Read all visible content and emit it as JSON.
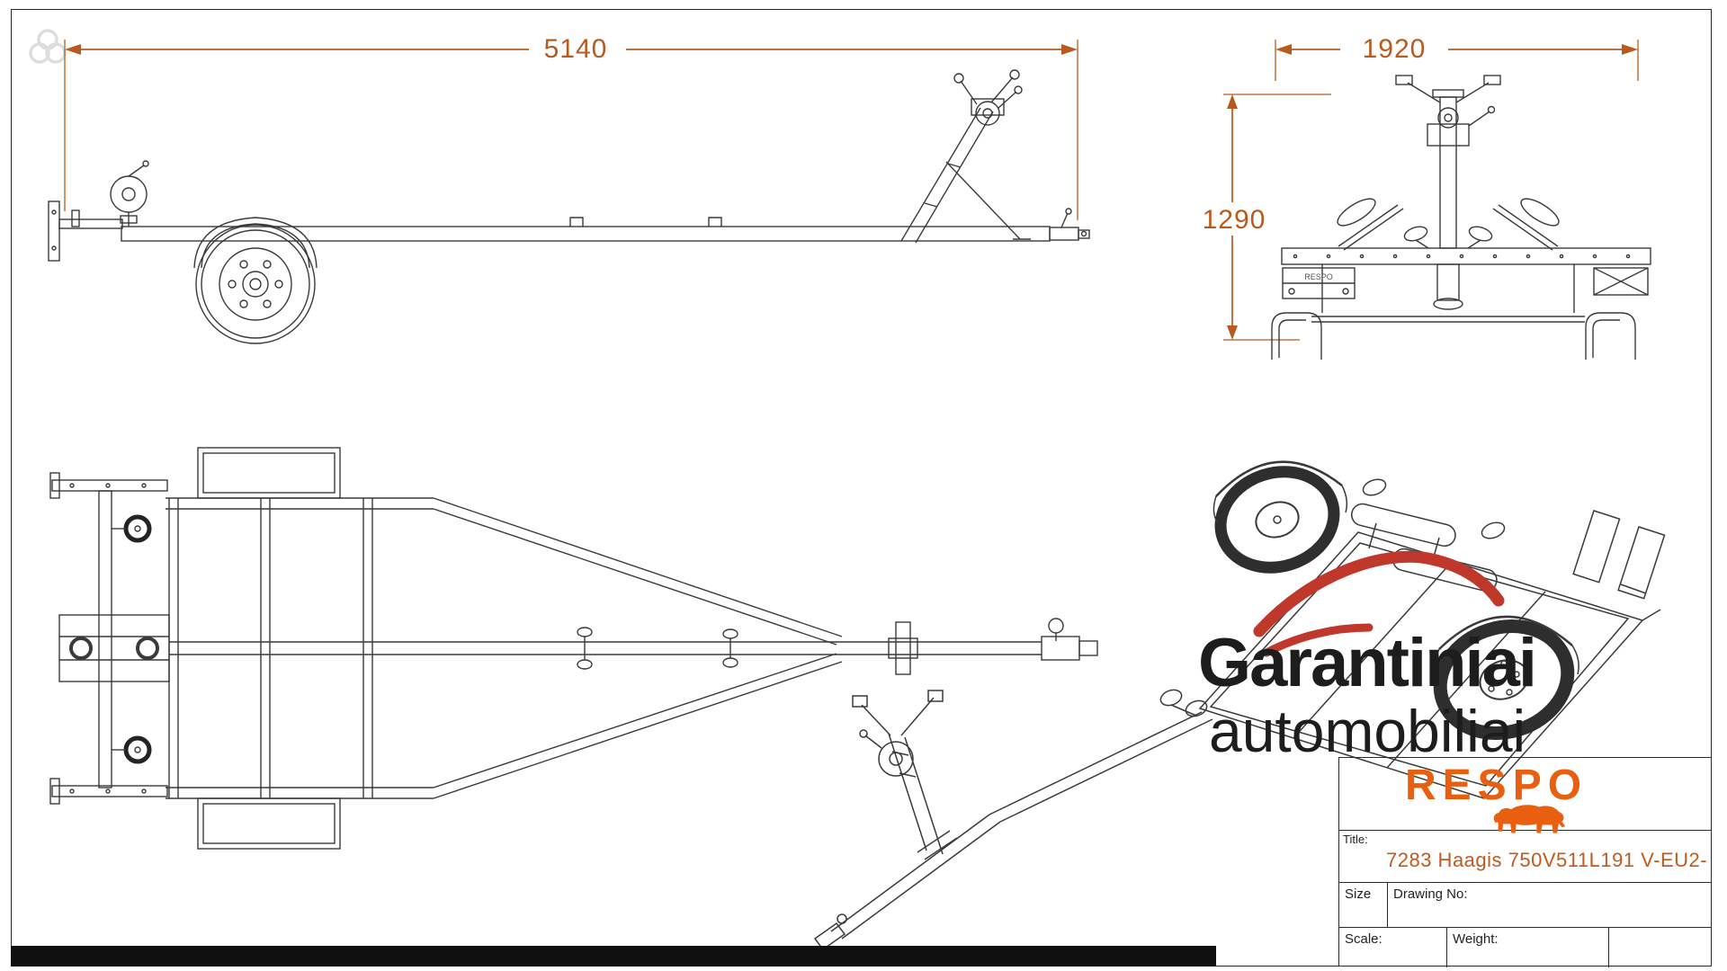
{
  "dims": {
    "length": "5140",
    "width": "1920",
    "height": "1290"
  },
  "watermark": {
    "line1": "Garantiniai",
    "line2": "automobiliai"
  },
  "brand": {
    "name": "RESPO"
  },
  "title_block": {
    "title_label": "Title:",
    "title_value": "7283 Haagis 750V511L191 V-EU2-",
    "size_label": "Size",
    "drawing_no_label": "Drawing No:",
    "scale_label": "Scale:",
    "weight_label": "Weight:"
  },
  "colors": {
    "dimension_orange": "#b85a1e",
    "drawing_line": "#3a3a3a",
    "accent_red": "#c0372b",
    "logo_orange": "#e8600f",
    "watermark_dark": "#1d1d1b"
  }
}
